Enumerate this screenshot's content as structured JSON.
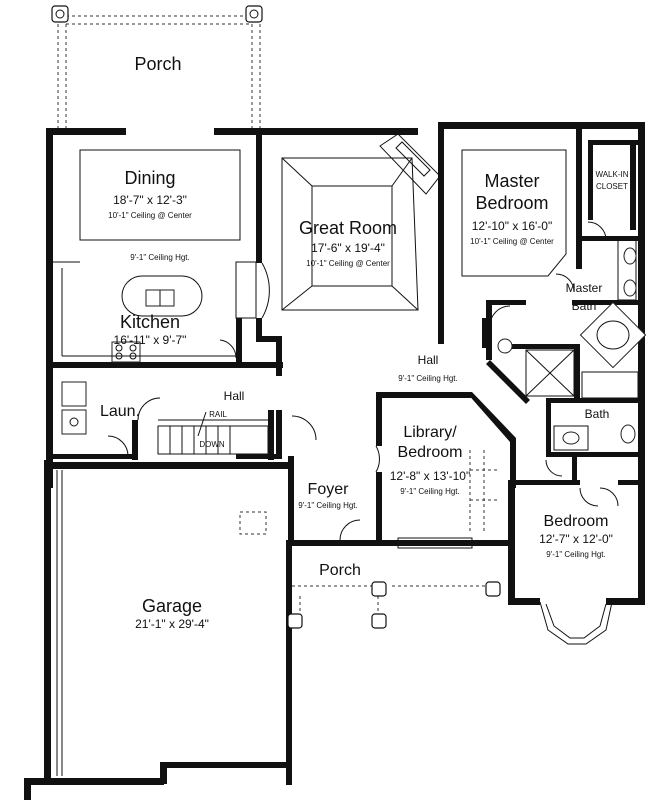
{
  "rooms": {
    "porch_top": {
      "name": "Porch"
    },
    "dining": {
      "name": "Dining",
      "dims": "18'-7\" x 12'-3\"",
      "ceiling": "10'-1\" Ceiling @ Center"
    },
    "kitchen": {
      "name": "Kitchen",
      "dims": "16'-11\" x 9'-7\"",
      "ceiling": "9'-1\" Ceiling Hgt."
    },
    "great_room": {
      "name": "Great Room",
      "dims": "17'-6\" x 19'-4\"",
      "ceiling": "10'-1\" Ceiling @ Center"
    },
    "master_bedroom": {
      "name_line1": "Master",
      "name_line2": "Bedroom",
      "dims": "12'-10\" x 16'-0\"",
      "ceiling": "10'-1\" Ceiling @ Center"
    },
    "walk_in_closet": {
      "line1": "WALK-IN",
      "line2": "CLOSET"
    },
    "master_bath": {
      "line1": "Master",
      "line2": "Bath"
    },
    "hall_center": {
      "name": "Hall",
      "ceiling": "9'-1\" Ceiling Hgt."
    },
    "hall_left": {
      "name": "Hall"
    },
    "laundry": {
      "name": "Laun."
    },
    "library": {
      "name_line1": "Library/",
      "name_line2": "Bedroom",
      "dims": "12'-8\" x 13'-10\"",
      "ceiling": "9'-1\" Ceiling Hgt."
    },
    "bath": {
      "name": "Bath"
    },
    "bedroom": {
      "name": "Bedroom",
      "dims": "12'-7\" x 12'-0\"",
      "ceiling": "9'-1\" Ceiling Hgt."
    },
    "foyer": {
      "name": "Foyer",
      "ceiling": "9'-1\" Ceiling Hgt."
    },
    "porch_front": {
      "name": "Porch"
    },
    "garage": {
      "name": "Garage",
      "dims": "21'-1\" x 29'-4\""
    }
  },
  "annotations": {
    "rail": "RAIL",
    "down": "DOWN"
  }
}
